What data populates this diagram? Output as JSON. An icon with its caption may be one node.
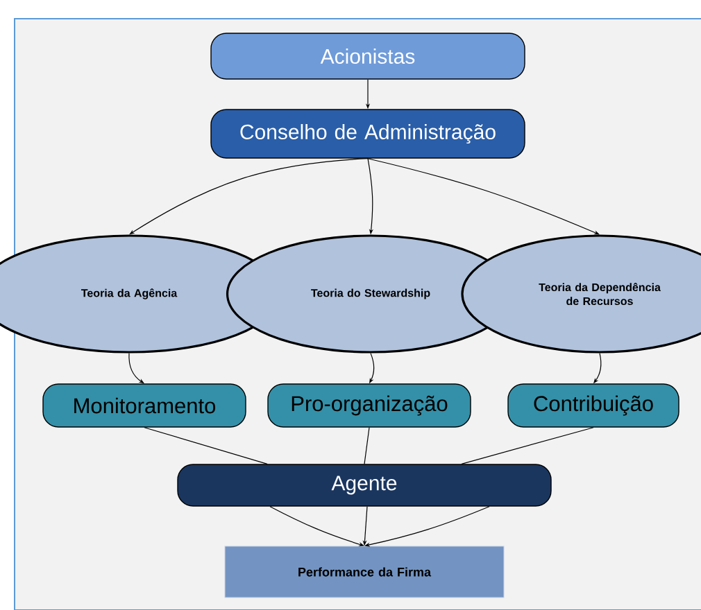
{
  "diagram": {
    "nodes": [
      {
        "text": [
          "Acionistas"
        ]
      },
      {
        "text": [
          "Conselho de Administração"
        ]
      },
      {
        "text": [
          "Teoria da Agência"
        ]
      },
      {
        "text": [
          "Teoria do Stewardship"
        ]
      },
      {
        "text": [
          "Teoria da Dependência de Recursos"
        ]
      },
      {
        "text": [
          "Monitoramento"
        ]
      },
      {
        "text": [
          "Pro-organização"
        ]
      },
      {
        "text": [
          "Contribuição"
        ]
      },
      {
        "text": [
          "Agente"
        ]
      },
      {
        "text": [
          "Performance da Firma"
        ]
      }
    ],
    "edges": [
      {
        "from": 0,
        "to": 1,
        "arrow": "to"
      },
      {
        "from": 1,
        "to": 2,
        "arrow": "to"
      },
      {
        "from": 1,
        "to": 3,
        "arrow": "to"
      },
      {
        "from": 1,
        "to": 4,
        "arrow": "to"
      },
      {
        "from": 2,
        "to": 5,
        "arrow": "to"
      },
      {
        "from": 3,
        "to": 6,
        "arrow": "to"
      },
      {
        "from": 4,
        "to": 7,
        "arrow": "to"
      },
      {
        "from": 5,
        "to": 8,
        "arrow": "none"
      },
      {
        "from": 6,
        "to": 8,
        "arrow": "none"
      },
      {
        "from": 7,
        "to": 8,
        "arrow": "none"
      },
      {
        "from": 8,
        "to": 9,
        "arrow": "to"
      },
      {
        "from": 8,
        "to": 9,
        "arrow": "to"
      },
      {
        "from": 8,
        "to": 9,
        "arrow": "to"
      }
    ]
  }
}
